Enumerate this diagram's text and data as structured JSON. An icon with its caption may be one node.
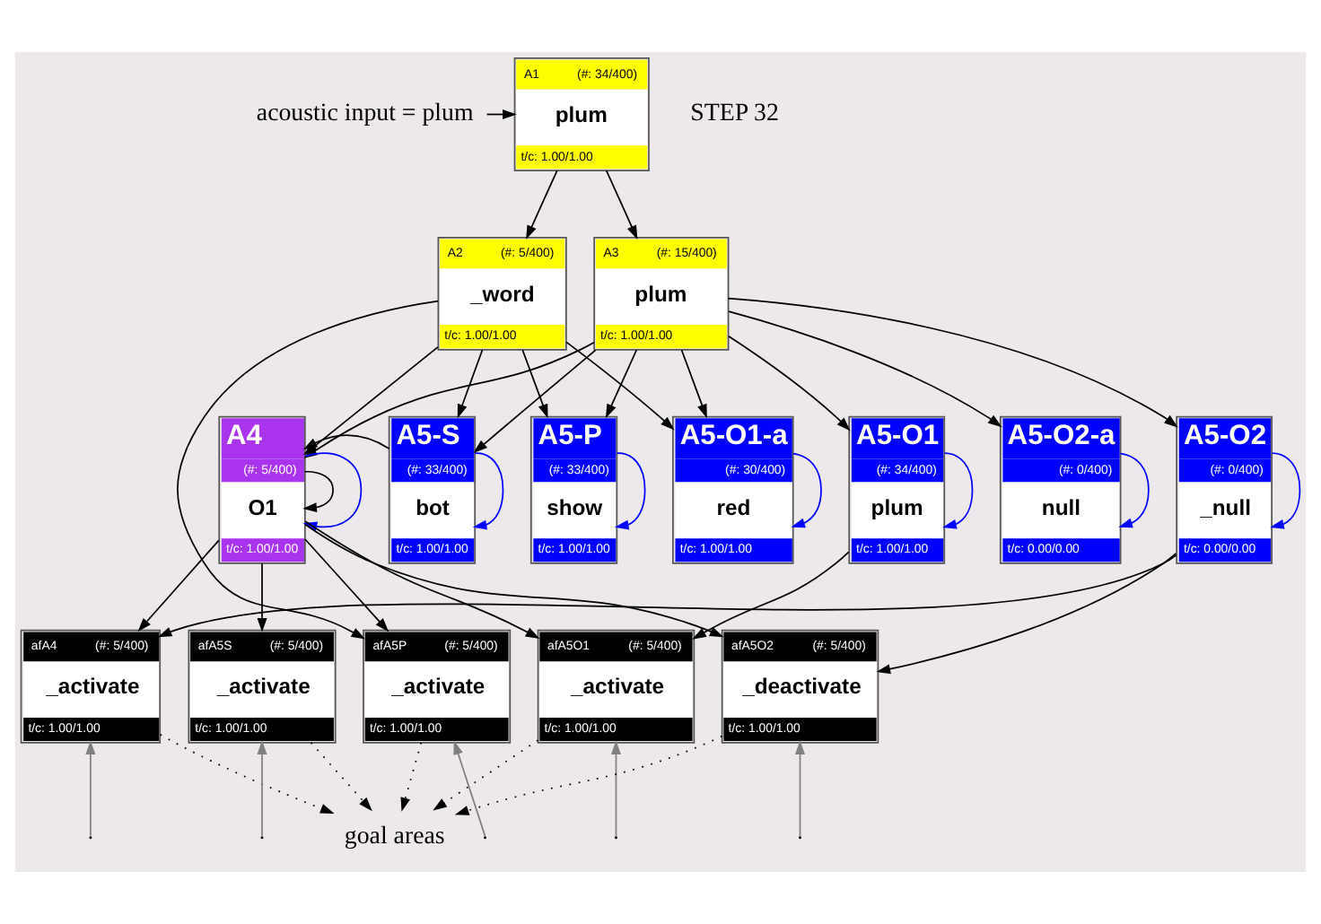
{
  "diagram": {
    "nodes": [
      {
        "text": [
          "acoustic input = plum"
        ]
      },
      {
        "text": [
          "A1",
          "(#: 34/400)",
          "plum",
          "t/c: 1.00/1.00"
        ]
      },
      {
        "text": [
          "A2",
          "(#: 5/400)",
          "_word",
          "t/c: 1.00/1.00"
        ]
      },
      {
        "text": [
          "A3",
          "(#: 15/400)",
          "plum",
          "t/c: 1.00/1.00"
        ]
      },
      {
        "text": [
          "A4",
          "(#: 5/400)",
          "O1",
          "t/c: 1.00/1.00"
        ]
      },
      {
        "text": [
          "A5-S",
          "(#: 33/400)",
          "bot",
          "t/c: 1.00/1.00"
        ]
      },
      {
        "text": [
          "A5-P",
          "(#: 33/400)",
          "show",
          "t/c: 1.00/1.00"
        ]
      },
      {
        "text": [
          "A5-O1-a",
          "(#: 30/400)",
          "red",
          "t/c: 1.00/1.00"
        ]
      },
      {
        "text": [
          "A5-O1",
          "(#: 34/400)",
          "plum",
          "t/c: 1.00/1.00"
        ]
      },
      {
        "text": [
          "A5-O2-a",
          "(#: 0/400)",
          "null",
          "t/c: 0.00/0.00"
        ]
      },
      {
        "text": [
          "A5-O2",
          "(#: 0/400)",
          "_null",
          "t/c: 0.00/0.00"
        ]
      },
      {
        "text": [
          "afA4",
          "(#: 5/400)",
          "_activate",
          "t/c: 1.00/1.00"
        ]
      },
      {
        "text": [
          "afA5S",
          "(#: 5/400)",
          "_activate",
          "t/c: 1.00/1.00"
        ]
      },
      {
        "text": [
          "afA5P",
          "(#: 5/400)",
          "_activate",
          "t/c: 1.00/1.00"
        ]
      },
      {
        "text": [
          "afA5O1",
          "(#: 5/400)",
          "_activate",
          "t/c: 1.00/1.00"
        ]
      },
      {
        "text": [
          "afA5O2",
          "(#: 5/400)",
          "_deactivate",
          "t/c: 1.00/1.00"
        ]
      },
      {
        "text": [
          "goal areas"
        ]
      }
    ],
    "edges": [
      {
        "from": 0,
        "to": 1,
        "arrow": "to"
      },
      {
        "from": 1,
        "to": 2,
        "arrow": "to"
      },
      {
        "from": 1,
        "to": 3,
        "arrow": "to"
      },
      {
        "from": 2,
        "to": 4,
        "arrow": "to"
      },
      {
        "from": 2,
        "to": 5,
        "arrow": "to"
      },
      {
        "from": 2,
        "to": 6,
        "arrow": "to"
      },
      {
        "from": 2,
        "to": 7,
        "arrow": "to"
      },
      {
        "from": 2,
        "to": 13,
        "arrow": "to"
      },
      {
        "from": 3,
        "to": 4,
        "arrow": "to"
      },
      {
        "from": 3,
        "to": 5,
        "arrow": "to"
      },
      {
        "from": 3,
        "to": 6,
        "arrow": "to"
      },
      {
        "from": 3,
        "to": 7,
        "arrow": "to"
      },
      {
        "from": 3,
        "to": 8,
        "arrow": "to"
      },
      {
        "from": 3,
        "to": 9,
        "arrow": "to"
      },
      {
        "from": 3,
        "to": 10,
        "arrow": "to"
      },
      {
        "from": 4,
        "to": 4,
        "arrow": "to"
      },
      {
        "from": 5,
        "to": 4,
        "arrow": "to"
      },
      {
        "from": 4,
        "to": 11,
        "arrow": "to"
      },
      {
        "from": 4,
        "to": 12,
        "arrow": "to"
      },
      {
        "from": 4,
        "to": 13,
        "arrow": "to"
      },
      {
        "from": 4,
        "to": 14,
        "arrow": "to"
      },
      {
        "from": 4,
        "to": 15,
        "arrow": "to"
      },
      {
        "from": 8,
        "to": 14,
        "arrow": "to"
      },
      {
        "from": 10,
        "to": 15,
        "arrow": "to"
      },
      {
        "from": 10,
        "to": 11,
        "arrow": "to"
      },
      {
        "from": 4,
        "to": 4,
        "arrow": "to",
        "color": "#0000ff"
      },
      {
        "from": 5,
        "to": 5,
        "arrow": "to",
        "color": "#0000ff"
      },
      {
        "from": 6,
        "to": 6,
        "arrow": "to",
        "color": "#0000ff"
      },
      {
        "from": 7,
        "to": 7,
        "arrow": "to",
        "color": "#0000ff"
      },
      {
        "from": 8,
        "to": 8,
        "arrow": "to",
        "color": "#0000ff"
      },
      {
        "from": 9,
        "to": 9,
        "arrow": "to",
        "color": "#0000ff"
      },
      {
        "from": 10,
        "to": 10,
        "arrow": "to",
        "color": "#0000ff"
      },
      {
        "from": null,
        "to": 11,
        "arrow": "to",
        "color": "#808080"
      },
      {
        "from": null,
        "to": 12,
        "arrow": "to",
        "color": "#808080"
      },
      {
        "from": null,
        "to": 13,
        "arrow": "to",
        "color": "#808080"
      },
      {
        "from": null,
        "to": 14,
        "arrow": "to",
        "color": "#808080"
      },
      {
        "from": null,
        "to": 15,
        "arrow": "to",
        "color": "#808080"
      },
      {
        "from": 11,
        "to": 16,
        "arrow": "to",
        "style": "dashed"
      },
      {
        "from": 12,
        "to": 16,
        "arrow": "to",
        "style": "dashed"
      },
      {
        "from": 13,
        "to": 16,
        "arrow": "to",
        "style": "dashed"
      },
      {
        "from": 14,
        "to": 16,
        "arrow": "to",
        "style": "dashed"
      },
      {
        "from": 15,
        "to": 16,
        "arrow": "to",
        "style": "dashed"
      }
    ],
    "labels": [
      "STEP 32"
    ]
  }
}
